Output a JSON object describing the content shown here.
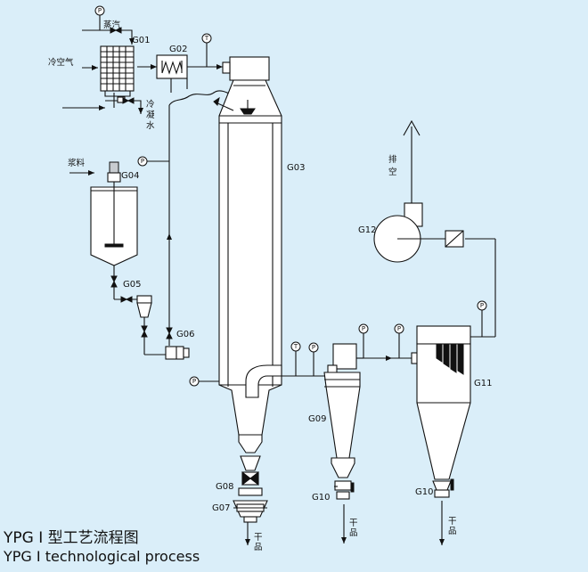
{
  "equipment_labels": {
    "g01": "G01",
    "g02": "G02",
    "g03": "G03",
    "g04": "G04",
    "g05": "G05",
    "g06": "G06",
    "g07": "G07",
    "g08": "G08",
    "g09": "G09",
    "g10a": "G10",
    "g10b": "G10",
    "g11": "G11",
    "g12": "G12"
  },
  "stream_labels": {
    "steam": "蒸汽",
    "cold_air": "冷空气",
    "condensate_1": "冷",
    "condensate_2": "凝",
    "condensate_3": "水",
    "slurry": "浆料",
    "exhaust_1": "排",
    "exhaust_2": "空",
    "dry_product_1": "干",
    "dry_product_2": "品"
  },
  "instrument_symbols": {
    "pressure": "P",
    "temperature": "T"
  },
  "title": {
    "chinese": "YPG Ⅰ  型工艺流程图",
    "english": "YPG Ⅰ  technological process"
  }
}
